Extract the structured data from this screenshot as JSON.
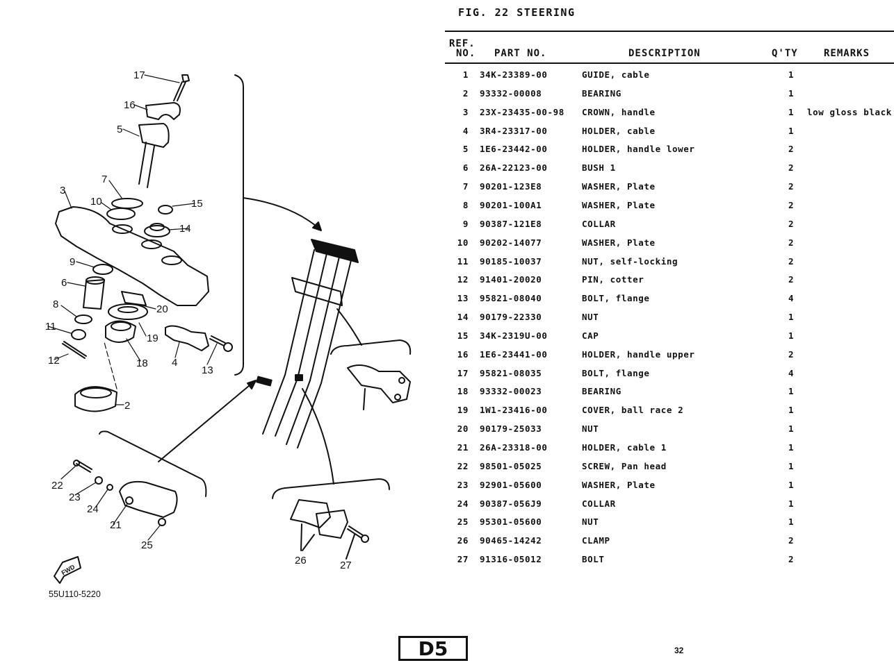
{
  "figure": {
    "title": "FIG. 22   STEERING",
    "drawing_code": "55U110-5220",
    "fwd_label": "FWD"
  },
  "table": {
    "headers": {
      "ref_line1": "REF.",
      "ref_line2": "NO.",
      "part_no": "PART NO.",
      "description": "DESCRIPTION",
      "qty": "Q'TY",
      "remarks": "REMARKS"
    },
    "rows": [
      {
        "ref": "1",
        "part_no": "34K-23389-00",
        "description": "GUIDE, cable",
        "qty": "1",
        "remarks": ""
      },
      {
        "ref": "2",
        "part_no": "93332-00008",
        "description": "BEARING",
        "qty": "1",
        "remarks": ""
      },
      {
        "ref": "3",
        "part_no": "23X-23435-00-98",
        "description": "CROWN, handle",
        "qty": "1",
        "remarks": "low gloss black"
      },
      {
        "ref": "4",
        "part_no": "3R4-23317-00",
        "description": "HOLDER, cable",
        "qty": "1",
        "remarks": ""
      },
      {
        "ref": "5",
        "part_no": "1E6-23442-00",
        "description": "HOLDER, handle lower",
        "qty": "2",
        "remarks": ""
      },
      {
        "ref": "6",
        "part_no": "26A-22123-00",
        "description": "BUSH 1",
        "qty": "2",
        "remarks": ""
      },
      {
        "ref": "7",
        "part_no": "90201-123E8",
        "description": "WASHER, Plate",
        "qty": "2",
        "remarks": ""
      },
      {
        "ref": "8",
        "part_no": "90201-100A1",
        "description": "WASHER, Plate",
        "qty": "2",
        "remarks": ""
      },
      {
        "ref": "9",
        "part_no": "90387-121E8",
        "description": "COLLAR",
        "qty": "2",
        "remarks": ""
      },
      {
        "ref": "10",
        "part_no": "90202-14077",
        "description": "WASHER, Plate",
        "qty": "2",
        "remarks": ""
      },
      {
        "ref": "11",
        "part_no": "90185-10037",
        "description": "NUT, self-locking",
        "qty": "2",
        "remarks": ""
      },
      {
        "ref": "12",
        "part_no": "91401-20020",
        "description": "PIN, cotter",
        "qty": "2",
        "remarks": ""
      },
      {
        "ref": "13",
        "part_no": "95821-08040",
        "description": "BOLT, flange",
        "qty": "4",
        "remarks": ""
      },
      {
        "ref": "14",
        "part_no": "90179-22330",
        "description": "NUT",
        "qty": "1",
        "remarks": ""
      },
      {
        "ref": "15",
        "part_no": "34K-2319U-00",
        "description": "CAP",
        "qty": "1",
        "remarks": ""
      },
      {
        "ref": "16",
        "part_no": "1E6-23441-00",
        "description": "HOLDER, handle upper",
        "qty": "2",
        "remarks": ""
      },
      {
        "ref": "17",
        "part_no": "95821-08035",
        "description": "BOLT, flange",
        "qty": "4",
        "remarks": ""
      },
      {
        "ref": "18",
        "part_no": "93332-00023",
        "description": "BEARING",
        "qty": "1",
        "remarks": ""
      },
      {
        "ref": "19",
        "part_no": "1W1-23416-00",
        "description": "COVER, ball race 2",
        "qty": "1",
        "remarks": ""
      },
      {
        "ref": "20",
        "part_no": "90179-25033",
        "description": "NUT",
        "qty": "1",
        "remarks": ""
      },
      {
        "ref": "21",
        "part_no": "26A-23318-00",
        "description": "HOLDER, cable 1",
        "qty": "1",
        "remarks": ""
      },
      {
        "ref": "22",
        "part_no": "98501-05025",
        "description": "SCREW, Pan head",
        "qty": "1",
        "remarks": ""
      },
      {
        "ref": "23",
        "part_no": "92901-05600",
        "description": "WASHER, Plate",
        "qty": "1",
        "remarks": ""
      },
      {
        "ref": "24",
        "part_no": "90387-056J9",
        "description": "COLLAR",
        "qty": "1",
        "remarks": ""
      },
      {
        "ref": "25",
        "part_no": "95301-05600",
        "description": "NUT",
        "qty": "1",
        "remarks": ""
      },
      {
        "ref": "26",
        "part_no": "90465-14242",
        "description": "CLAMP",
        "qty": "2",
        "remarks": ""
      },
      {
        "ref": "27",
        "part_no": "91316-05012",
        "description": "BOLT",
        "qty": "2",
        "remarks": ""
      }
    ]
  },
  "callouts": [
    "17",
    "16",
    "5",
    "7",
    "15",
    "10",
    "3",
    "14",
    "9",
    "6",
    "20",
    "8",
    "19",
    "11",
    "18",
    "4",
    "13",
    "12",
    "2",
    "22",
    "23",
    "24",
    "21",
    "25",
    "26",
    "27"
  ],
  "footer": {
    "section": "D5",
    "page_number": "32"
  }
}
